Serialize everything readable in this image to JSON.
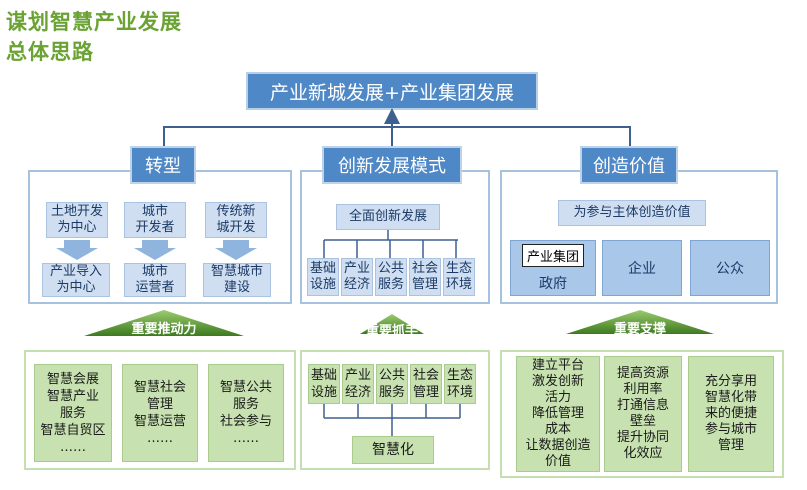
{
  "header": {
    "title": "谋划智慧产业发展",
    "subtitle": "总体思路"
  },
  "top_goal": "产业新城发展+产业集团发展",
  "columns": [
    {
      "title": "转型",
      "from_items": [
        "土地开发\n为中心",
        "城市\n开发者",
        "传统新\n城开发"
      ],
      "to_items": [
        "产业导入\n为中心",
        "城市\n运营者",
        "智慧城市\n建设"
      ],
      "arrow_label": "重要推动力",
      "bottom_items": [
        "智慧会展\n智慧产业\n服务\n智慧自贸区\n……",
        "智慧社会\n管理\n智慧运营\n……",
        "智慧公共\n服务\n社会参与\n……"
      ]
    },
    {
      "title": "创新发展模式",
      "root": "全面创新发展",
      "leaves": [
        "基础\n设施",
        "产业\n经济",
        "公共\n服务",
        "社会\n管理",
        "生态\n环境"
      ],
      "arrow_label": "重要抓手",
      "bottom_leaves": [
        "基础\n设施",
        "产业\n经济",
        "公共\n服务",
        "社会\n管理",
        "生态\n环境"
      ],
      "bottom_root": "智慧化"
    },
    {
      "title": "创造价值",
      "subtitle": "为参与主体创造价值",
      "stakeholders": {
        "group_tag": "产业集团",
        "gov": "政府",
        "enterprise": "企业",
        "public": "公众"
      },
      "arrow_label": "重要支撑",
      "bottom_items": [
        "建立平台\n激发创新\n活力\n降低管理\n成本\n让数据创造\n价值",
        "提高资源\n利用率\n打通信息\n壁垒\n提升协同\n化效应",
        "充分享用\n智慧化带\n来的便捷\n参与城市\n管理"
      ]
    }
  ]
}
